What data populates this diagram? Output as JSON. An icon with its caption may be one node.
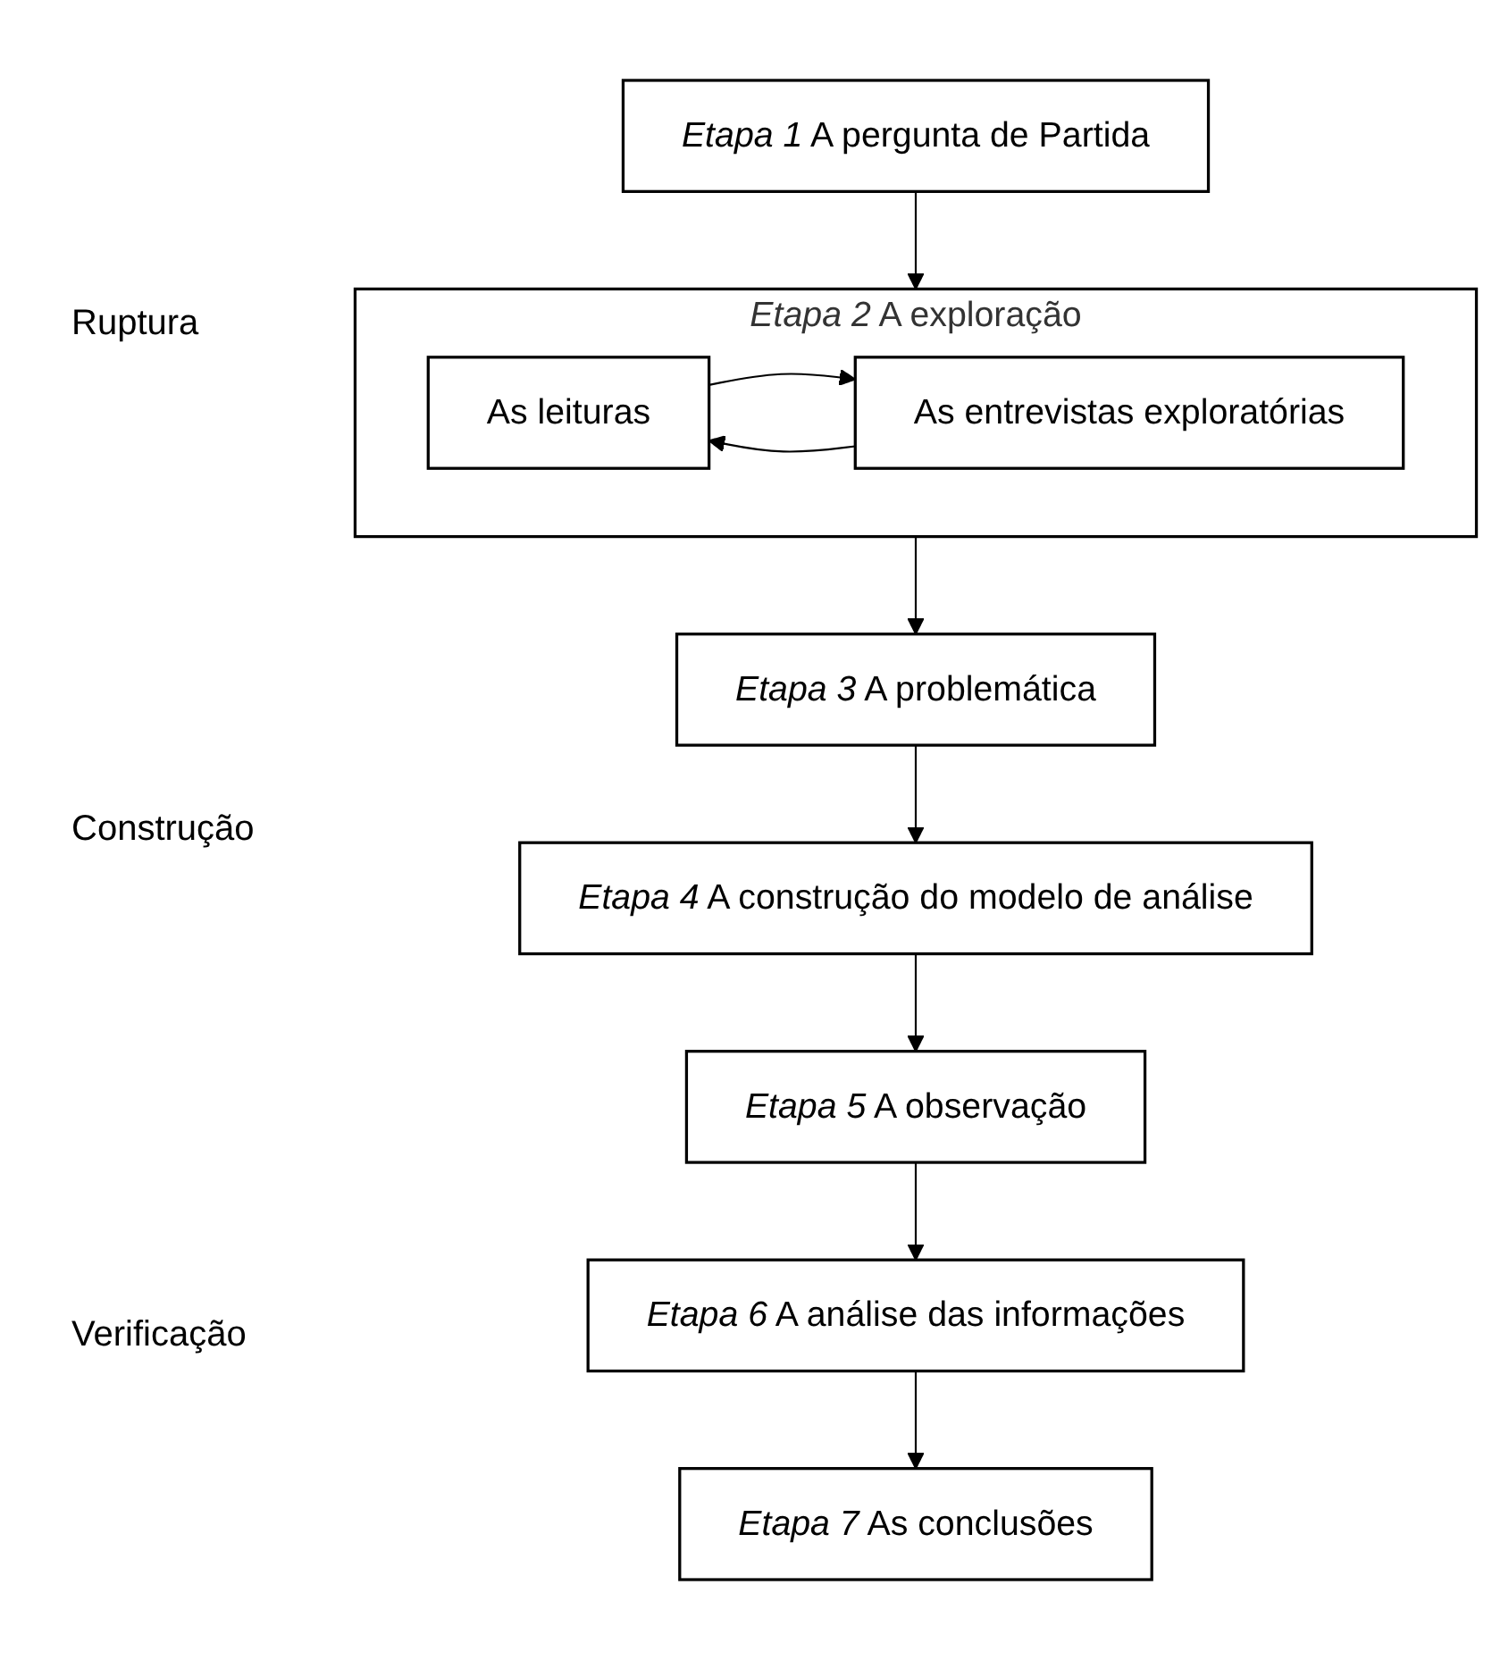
{
  "diagram": {
    "nodes": [
      {
        "text": [
          "*Etapa 1* A pergunta de Partida"
        ]
      },
      {
        "text": [
          "*Etapa 2* A exploração"
        ]
      },
      {
        "text": [
          "As leituras"
        ],
        "in": 1
      },
      {
        "text": [
          "As entrevistas exploratórias"
        ],
        "in": 1
      },
      {
        "text": [
          "*Etapa 3* A problemática"
        ]
      },
      {
        "text": [
          "*Etapa 4* A construção do modelo de análise"
        ]
      },
      {
        "text": [
          "*Etapa 5* A observação"
        ]
      },
      {
        "text": [
          "*Etapa 6* A análise das informações"
        ]
      },
      {
        "text": [
          "*Etapa 7* As conclusões"
        ]
      }
    ],
    "edges": [
      {
        "from": 0,
        "to": 1,
        "arrow": "to"
      },
      {
        "from": 2,
        "to": 3,
        "arrow": "to"
      },
      {
        "from": 3,
        "to": 2,
        "arrow": "to"
      },
      {
        "from": 1,
        "to": 4,
        "arrow": "to"
      },
      {
        "from": 4,
        "to": 5,
        "arrow": "to"
      },
      {
        "from": 5,
        "to": 6,
        "arrow": "to"
      },
      {
        "from": 6,
        "to": 7,
        "arrow": "to"
      },
      {
        "from": 7,
        "to": 8,
        "arrow": "to"
      }
    ],
    "labels": [
      "Ruptura",
      "Construção",
      "Verificação"
    ]
  }
}
